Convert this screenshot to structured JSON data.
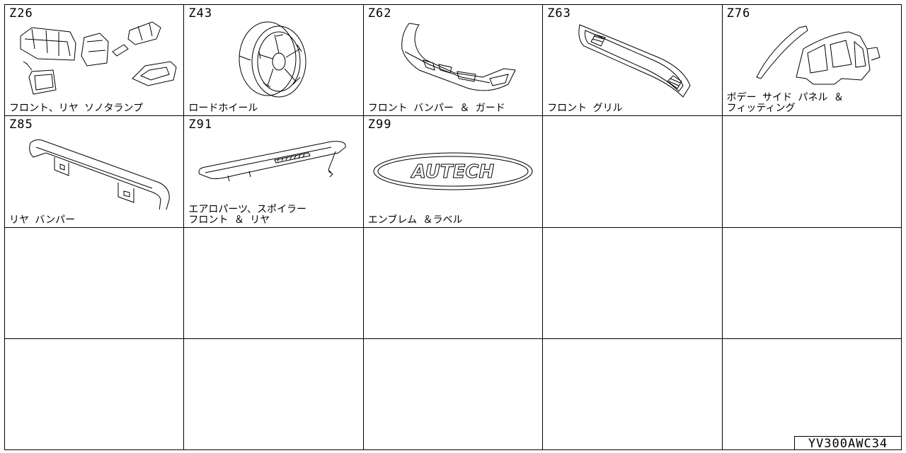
{
  "cells": [
    {
      "code": "Z26",
      "label": "フロント、リヤ ソノタランプ",
      "icon": "lamps-illustration"
    },
    {
      "code": "Z43",
      "label": "ロードホイール",
      "icon": "wheel-illustration"
    },
    {
      "code": "Z62",
      "label": "フロント バンパー ＆ ガード",
      "icon": "front-bumper-illustration"
    },
    {
      "code": "Z63",
      "label": "フロント グリル",
      "icon": "front-grille-illustration"
    },
    {
      "code": "Z76",
      "label": "ボデー サイド パネル ＆\nフィッティング",
      "icon": "body-side-panel-illustration"
    },
    {
      "code": "Z85",
      "label": "リヤ バンパー",
      "icon": "rear-bumper-illustration"
    },
    {
      "code": "Z91",
      "label": "エアロパーツ、スポイラー\nフロント ＆ リヤ",
      "icon": "spoiler-illustration"
    },
    {
      "code": "Z99",
      "label": "エンブレム ＆ラベル",
      "icon": "emblem-illustration",
      "emblem_text": "AUTECH"
    }
  ],
  "diagram_id": "YV300AWC34"
}
